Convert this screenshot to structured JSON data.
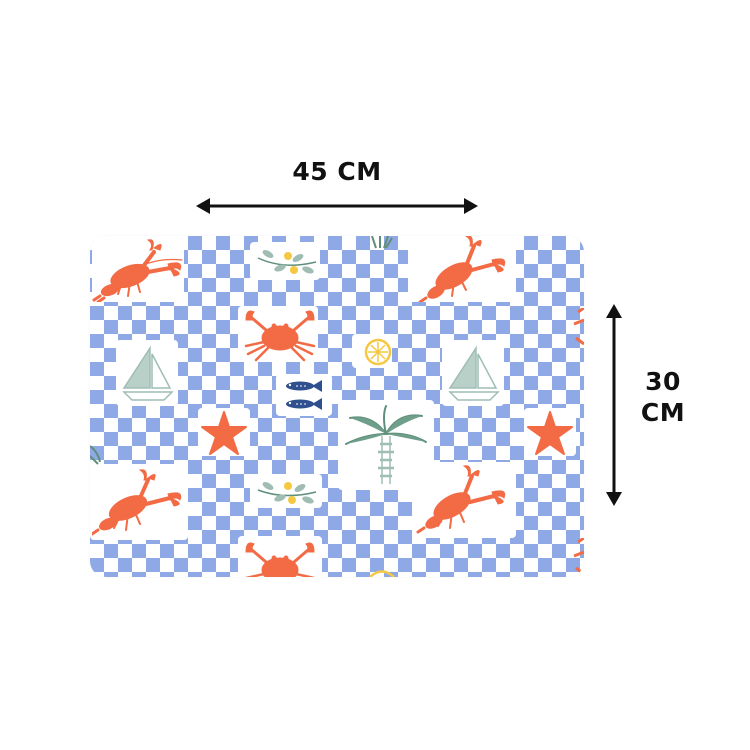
{
  "dimensions": {
    "width_label": "45 CM",
    "height_label_line1": "30",
    "height_label_line2": "CM"
  },
  "colors": {
    "checker_blue": "#8fa9e6",
    "motif_coral": "#f26b45",
    "motif_sage": "#9fbdb5",
    "motif_navy": "#2f4f8f",
    "motif_lemon": "#f5c842",
    "motif_green": "#5f8f7a",
    "text": "#111111"
  },
  "motifs": [
    "lobster-icon",
    "crab-icon",
    "sailboat-icon",
    "starfish-icon",
    "fish-icon",
    "lemon-icon",
    "palm-icon",
    "olive-branch-icon"
  ]
}
